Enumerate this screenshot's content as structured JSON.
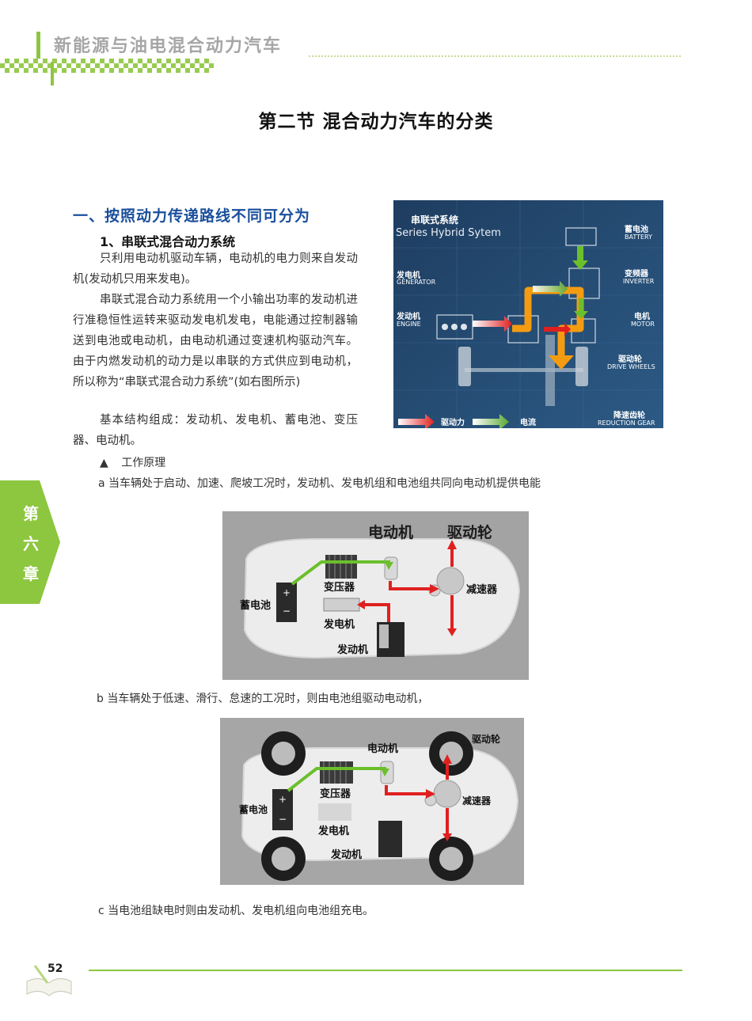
{
  "header": {
    "title": "新能源与油电混合动力汽车"
  },
  "section_title": "第二节  混合动力汽车的分类",
  "heading1": "一、按照动力传递路线不同可分为",
  "heading2": "1、串联式混合动力系统",
  "paragraphs": [
    "只利用电动机驱动车辆，电动机的电力则来自发动机(发动机只用来发电)。",
    "串联式混合动力系统用一个小输出功率的发动机进行准稳恒性运转来驱动发电机发电，电能通过控制器输送到电池或电动机，由电动机通过变速机构驱动汽车。由于内燃发动机的动力是以串联的方式供应到电动机，所以称为“串联式混合动力系统”(如右图所示)",
    "基本结构组成：发动机、发电机、蓄电池、变压器、电动机。"
  ],
  "principle": {
    "marker": "▲",
    "label": "工作原理"
  },
  "items": {
    "a": "a  当车辆处于启动、加速、爬坡工况时，发动机、发电机组和电池组共同向电动机提供电能",
    "b": "b  当车辆处于低速、滑行、怠速的工况时，则由电池组驱动电动机，",
    "c": "c  当电池组缺电时则由发动机、发电机组向电池组充电。"
  },
  "chapter_tab": {
    "chars": [
      "第",
      "六",
      "章"
    ]
  },
  "figure1": {
    "title_cn": "串联式系统",
    "title_en": "Series Hybrid Sytem",
    "battery_cn": "蓄电池",
    "battery_en": "BATTERY",
    "generator_cn": "发电机",
    "generator_en": "GENERATOR",
    "inverter_cn": "变频器",
    "inverter_en": "INVERTER",
    "engine_cn": "发动机",
    "engine_en": "ENGINE",
    "motor_cn": "电机",
    "motor_en": "MOTOR",
    "wheels_cn": "驱动轮",
    "wheels_en": "DRIVE WHEELS",
    "gear_cn": "降速齿轮",
    "gear_en": "REDUCTION GEAR",
    "legend_power": "驱动力",
    "legend_current": "电流"
  },
  "figure2": {
    "motor": "电动机",
    "wheel": "驱动轮",
    "inverter": "变压器",
    "battery": "蓄电池",
    "reducer": "减速器",
    "generator": "发电机",
    "engine": "发动机"
  },
  "figure3": {
    "motor": "电动机",
    "wheel": "驱动轮",
    "inverter": "变压器",
    "battery": "蓄电池",
    "reducer": "减速器",
    "generator": "发电机",
    "engine": "发动机"
  },
  "page_number": "52",
  "colors": {
    "accent_green": "#8dc63f",
    "heading_blue": "#1a4f9c",
    "flow_orange": "#f39c12",
    "flow_red": "#e02020"
  }
}
